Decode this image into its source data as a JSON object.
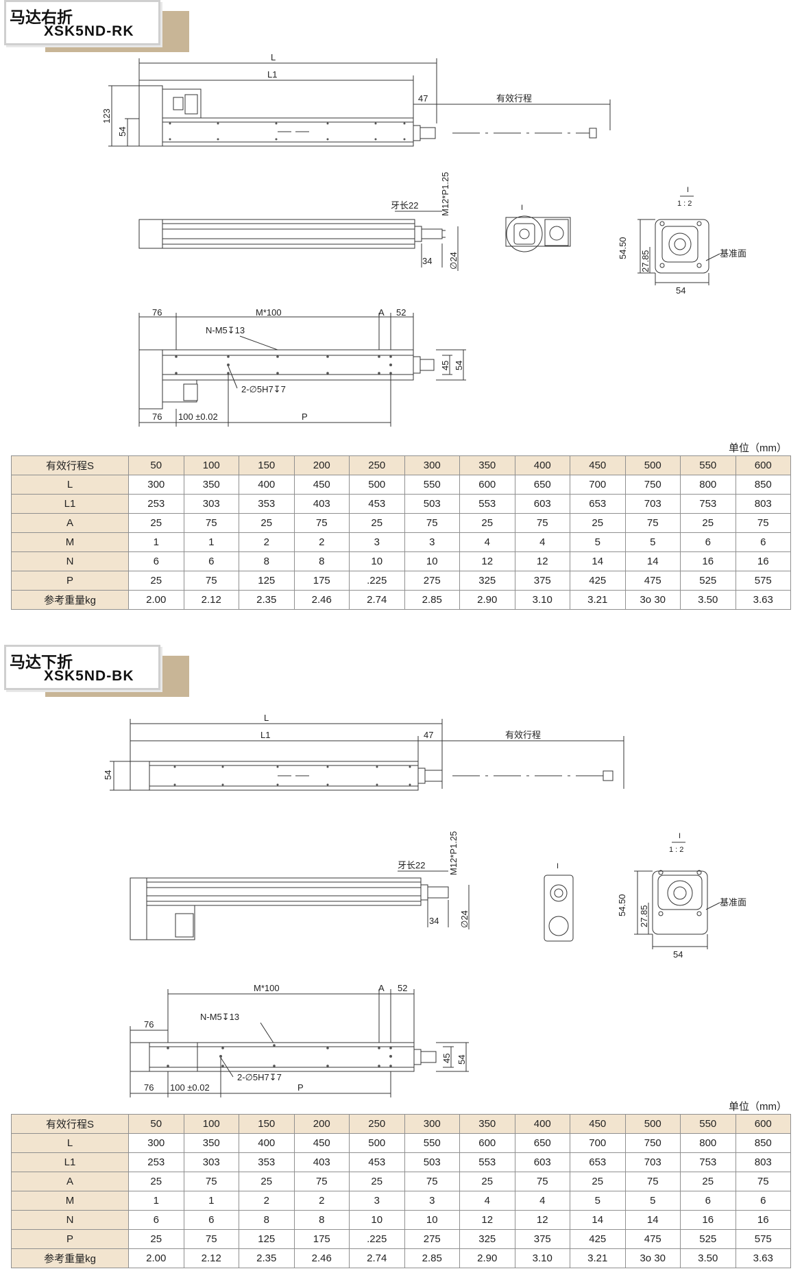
{
  "sections": [
    {
      "title_cn": "马达右折",
      "title_model": "XSK5ND-RK",
      "labels": {
        "L": "L",
        "L1": "L1",
        "d47": "47",
        "stroke": "有效行程",
        "d123": "123",
        "d54": "54",
        "thread_len": "牙长22",
        "thread": "M12*P1.25",
        "d34": "34",
        "dia24": "∅24",
        "detail": "I",
        "scale_num": "I",
        "scale": "1 : 2",
        "d5450": "54.50",
        "d2785": "27.85",
        "datum": "基准面",
        "d54b": "54",
        "d76": "76",
        "m100": "M*100",
        "A": "A",
        "d52": "52",
        "nm5": "N-M5↧13",
        "d45": "45",
        "d54c": "54",
        "pin": "2-∅5H7↧7",
        "d76b": "76",
        "tol": "100 ±0.02",
        "P": "P"
      },
      "unit": "单位（mm）",
      "table": {
        "header_label": "有效行程S",
        "columns": [
          "50",
          "100",
          "150",
          "200",
          "250",
          "300",
          "350",
          "400",
          "450",
          "500",
          "550",
          "600"
        ],
        "rows": [
          {
            "label": "L",
            "values": [
              "300",
              "350",
              "400",
              "450",
              "500",
              "550",
              "600",
              "650",
              "700",
              "750",
              "800",
              "850"
            ]
          },
          {
            "label": "L1",
            "values": [
              "253",
              "303",
              "353",
              "403",
              "453",
              "503",
              "553",
              "603",
              "653",
              "703",
              "753",
              "803"
            ]
          },
          {
            "label": "A",
            "values": [
              "25",
              "75",
              "25",
              "75",
              "25",
              "75",
              "25",
              "75",
              "25",
              "75",
              "25",
              "75"
            ]
          },
          {
            "label": "M",
            "values": [
              "1",
              "1",
              "2",
              "2",
              "3",
              "3",
              "4",
              "4",
              "5",
              "5",
              "6",
              "6"
            ]
          },
          {
            "label": "N",
            "values": [
              "6",
              "6",
              "8",
              "8",
              "10",
              "10",
              "12",
              "12",
              "14",
              "14",
              "16",
              "16"
            ]
          },
          {
            "label": "P",
            "values": [
              "25",
              "75",
              "125",
              "175",
              ".225",
              "275",
              "325",
              "375",
              "425",
              "475",
              "525",
              "575"
            ]
          },
          {
            "label": "参考重量kg",
            "values": [
              "2.00",
              "2.12",
              "2.35",
              "2.46",
              "2.74",
              "2.85",
              "2.90",
              "3.10",
              "3.21",
              "3o 30",
              "3.50",
              "3.63"
            ]
          }
        ]
      }
    },
    {
      "title_cn": "马达下折",
      "title_model": "XSK5ND-BK",
      "labels": {
        "L": "L",
        "L1": "L1",
        "d47": "47",
        "stroke": "有效行程",
        "d54": "54",
        "thread_len": "牙长22",
        "thread": "M12*P1.25",
        "d34": "34",
        "dia24": "∅24",
        "detail": "I",
        "scale_num": "I",
        "scale": "1 : 2",
        "d5450": "54.50",
        "d2785": "27.85",
        "datum": "基准面",
        "d54b": "54",
        "m100": "M*100",
        "A": "A",
        "d52": "52",
        "d76": "76",
        "nm5": "N-M5↧13",
        "d45": "45",
        "d54c": "54",
        "pin": "2-∅5H7↧7",
        "d76b": "76",
        "tol": "100 ±0.02",
        "P": "P"
      },
      "unit": "单位（mm）",
      "table": {
        "header_label": "有效行程S",
        "columns": [
          "50",
          "100",
          "150",
          "200",
          "250",
          "300",
          "350",
          "400",
          "450",
          "500",
          "550",
          "600"
        ],
        "rows": [
          {
            "label": "L",
            "values": [
              "300",
              "350",
              "400",
              "450",
              "500",
              "550",
              "600",
              "650",
              "700",
              "750",
              "800",
              "850"
            ]
          },
          {
            "label": "L1",
            "values": [
              "253",
              "303",
              "353",
              "403",
              "453",
              "503",
              "553",
              "603",
              "653",
              "703",
              "753",
              "803"
            ]
          },
          {
            "label": "A",
            "values": [
              "25",
              "75",
              "25",
              "75",
              "25",
              "75",
              "25",
              "75",
              "25",
              "75",
              "25",
              "75"
            ]
          },
          {
            "label": "M",
            "values": [
              "1",
              "1",
              "2",
              "2",
              "3",
              "3",
              "4",
              "4",
              "5",
              "5",
              "6",
              "6"
            ]
          },
          {
            "label": "N",
            "values": [
              "6",
              "6",
              "8",
              "8",
              "10",
              "10",
              "12",
              "12",
              "14",
              "14",
              "16",
              "16"
            ]
          },
          {
            "label": "P",
            "values": [
              "25",
              "75",
              "125",
              "175",
              ".225",
              "275",
              "325",
              "375",
              "425",
              "475",
              "525",
              "575"
            ]
          },
          {
            "label": "参考重量kg",
            "values": [
              "2.00",
              "2.12",
              "2.35",
              "2.46",
              "2.74",
              "2.85",
              "2.90",
              "3.10",
              "3.21",
              "3o 30",
              "3.50",
              "3.63"
            ]
          }
        ]
      }
    }
  ]
}
